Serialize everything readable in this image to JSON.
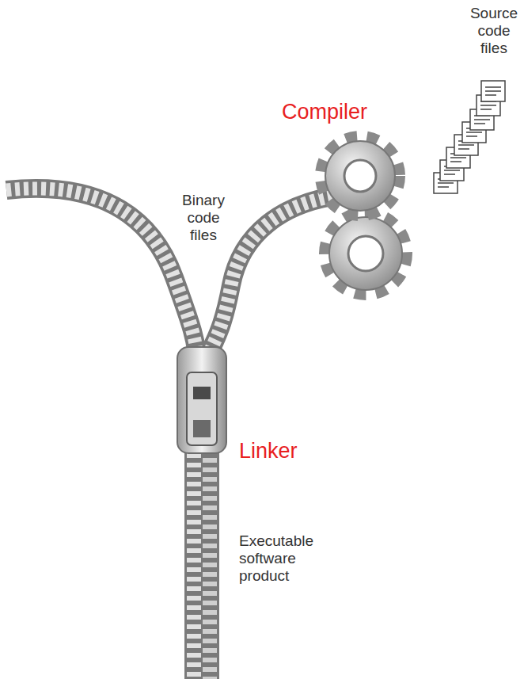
{
  "diagram": {
    "labels": [
      "Source code files",
      "Compiler",
      "Binary code files",
      "Linker",
      "Executable software product"
    ]
  }
}
